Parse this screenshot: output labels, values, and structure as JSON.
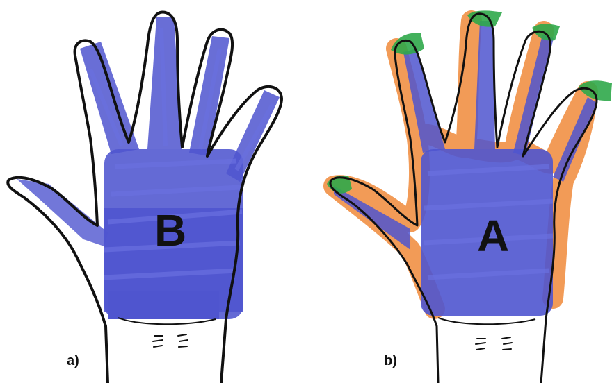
{
  "colors": {
    "outline": "#111111",
    "fill_blue": "#4f55cf",
    "fill_blue_light": "#6a70e0",
    "stroke_orange": "#f08a3a",
    "tip_green": "#2fa84a"
  },
  "panels": [
    {
      "label": "a)",
      "region_letter": "B"
    },
    {
      "label": "b)",
      "region_letter": "A"
    }
  ]
}
